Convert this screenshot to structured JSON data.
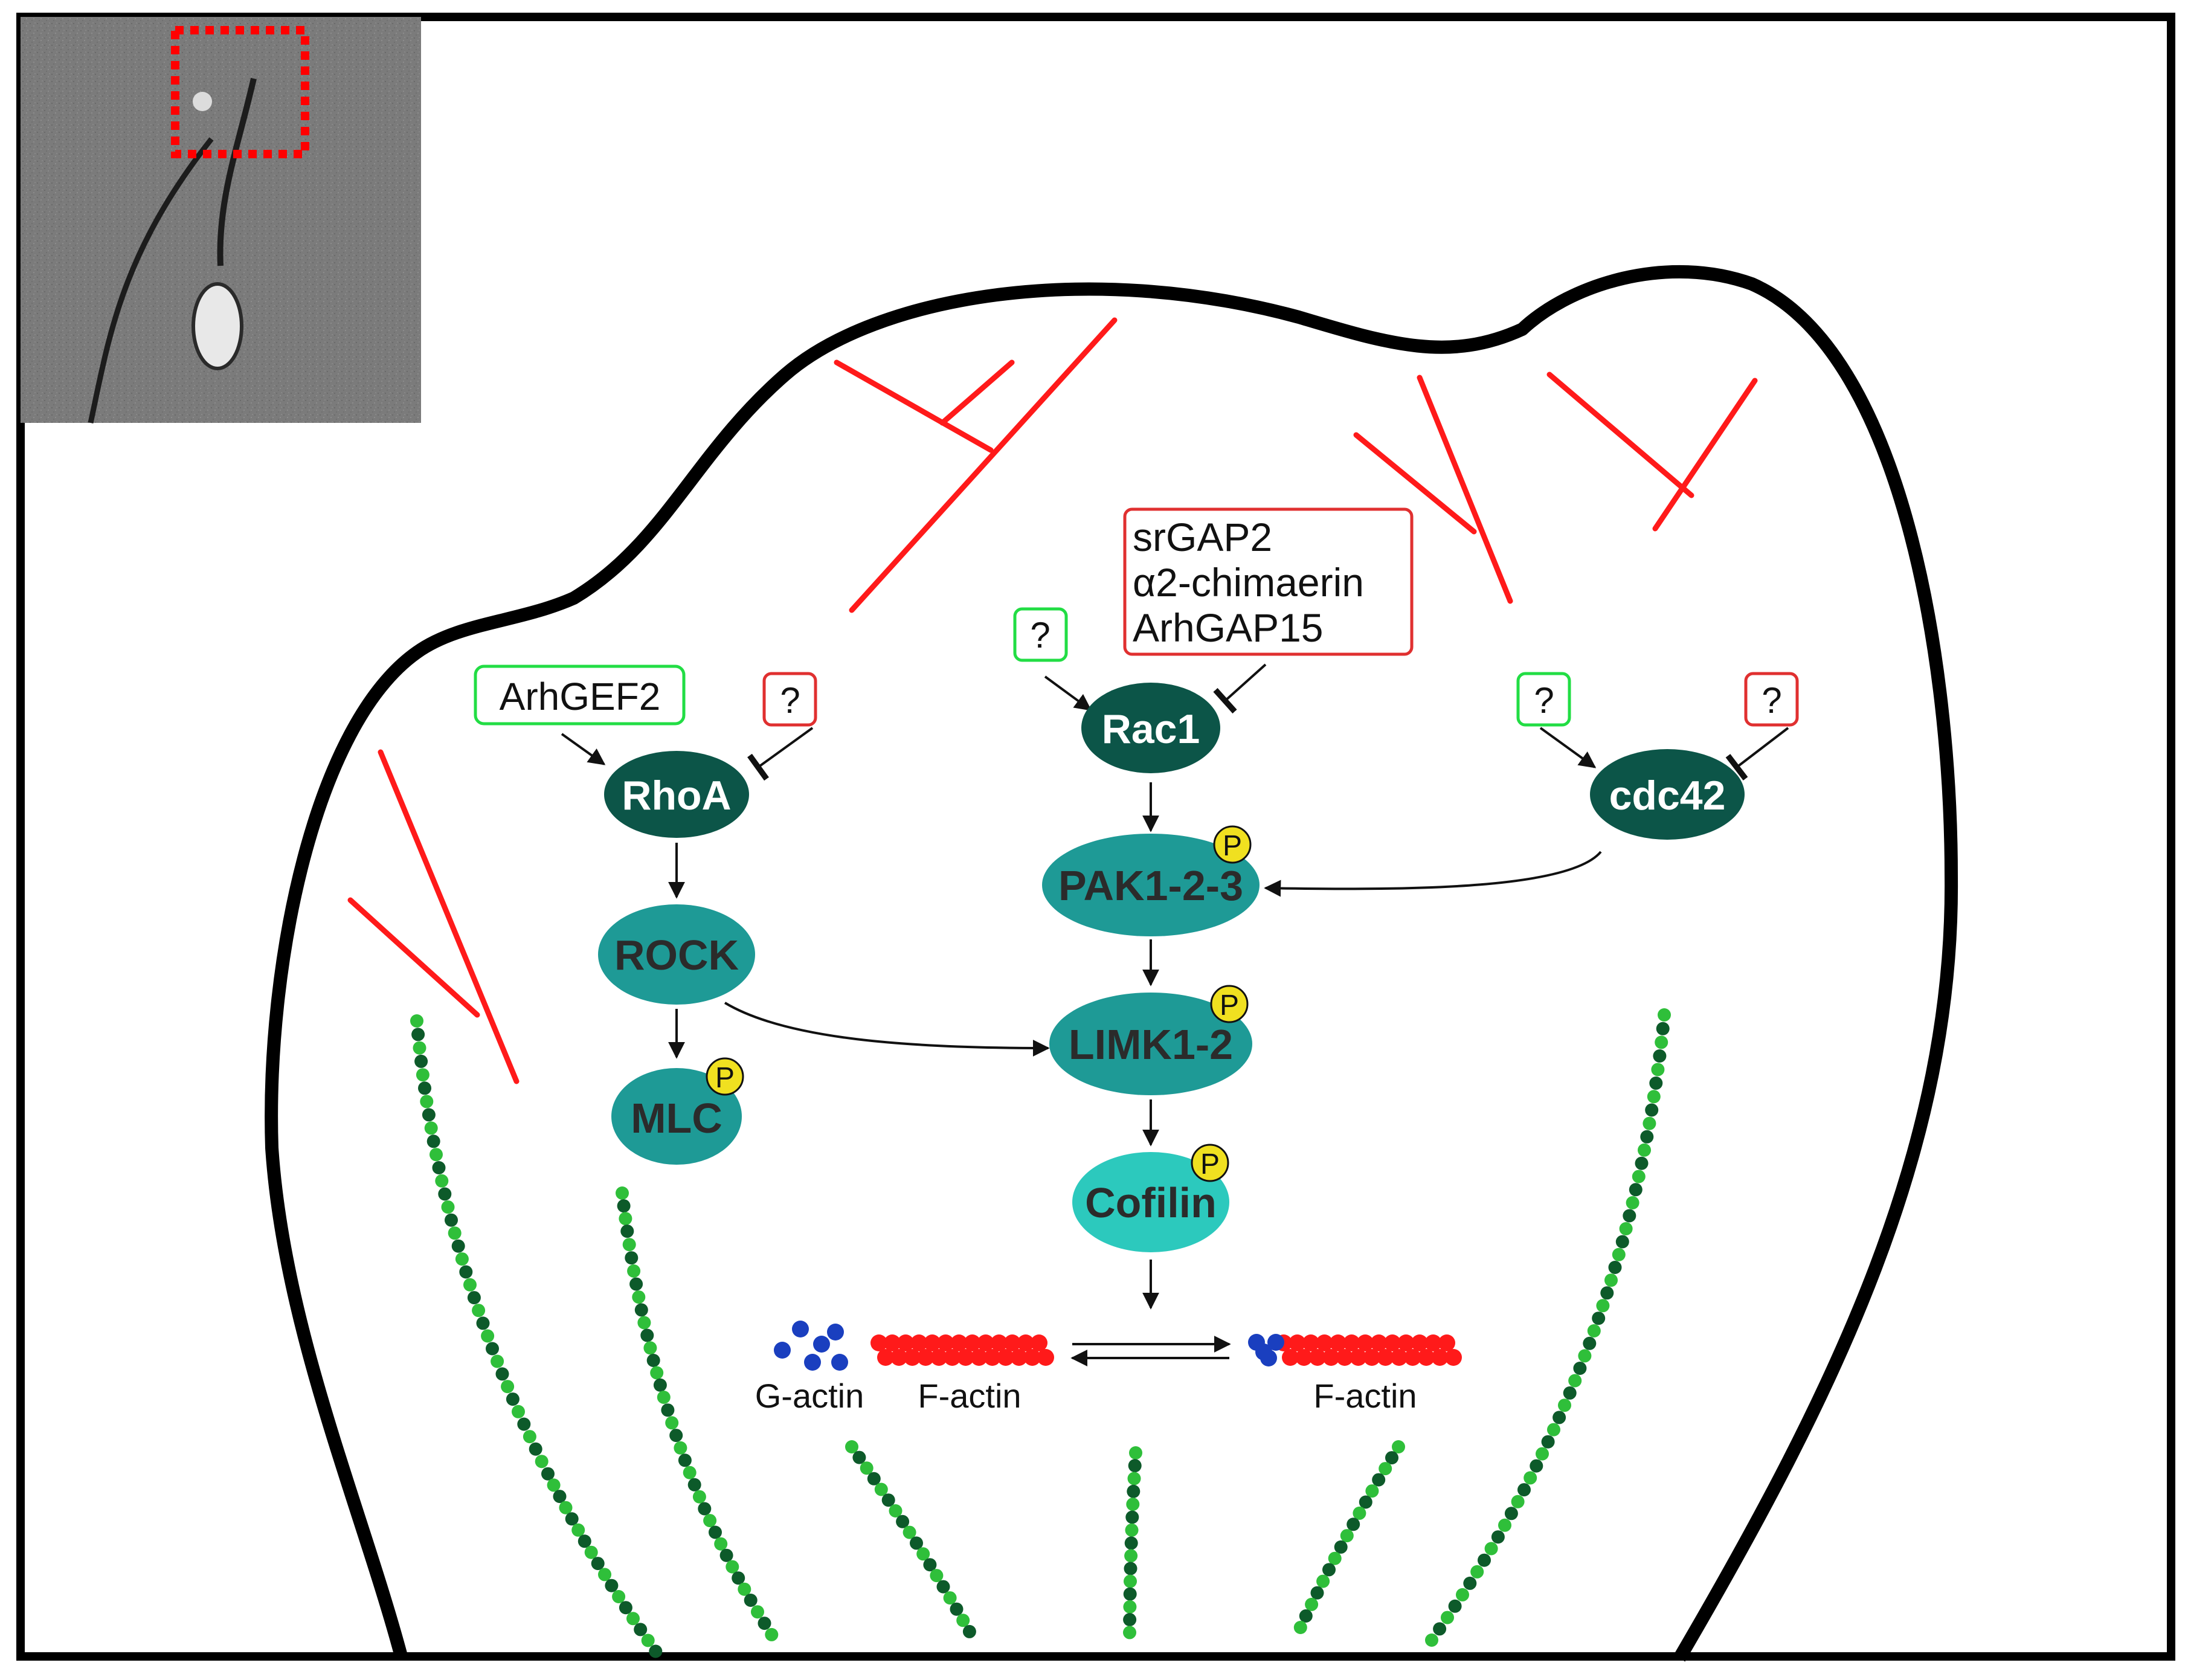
{
  "nodes": {
    "rhoa": "RhoA",
    "rac1": "Rac1",
    "cdc42": "cdc42",
    "rock": "ROCK",
    "mlc": "MLC",
    "pak": "PAK1-2-3",
    "limk": "LIMK1-2",
    "cofilin": "Cofilin"
  },
  "phospho_label": "P",
  "regulators": {
    "arhgef2": "ArhGEF2",
    "rhoa_gap_unknown": "?",
    "rac1_gef_unknown": "?",
    "rac1_gaps": [
      "srGAP2",
      "α2-chimaerin",
      "ArhGAP15"
    ],
    "cdc42_gef_unknown": "?",
    "cdc42_gap_unknown": "?"
  },
  "actin": {
    "g_actin": "G-actin",
    "f_actin_left": "F-actin",
    "f_actin_right": "F-actin"
  },
  "colors": {
    "gef_box": "#22dd44",
    "gap_box": "#e03030",
    "gtpase": "#0c5548",
    "kinase": "#1e9a96",
    "cofilin": "#2cc9bd",
    "phospho": "#f0e020",
    "f_actin": "#ff1a1a",
    "g_actin": "#1a3fbf",
    "microtubule_dark": "#0d5a2a",
    "microtubule_light": "#2fbf3a"
  }
}
